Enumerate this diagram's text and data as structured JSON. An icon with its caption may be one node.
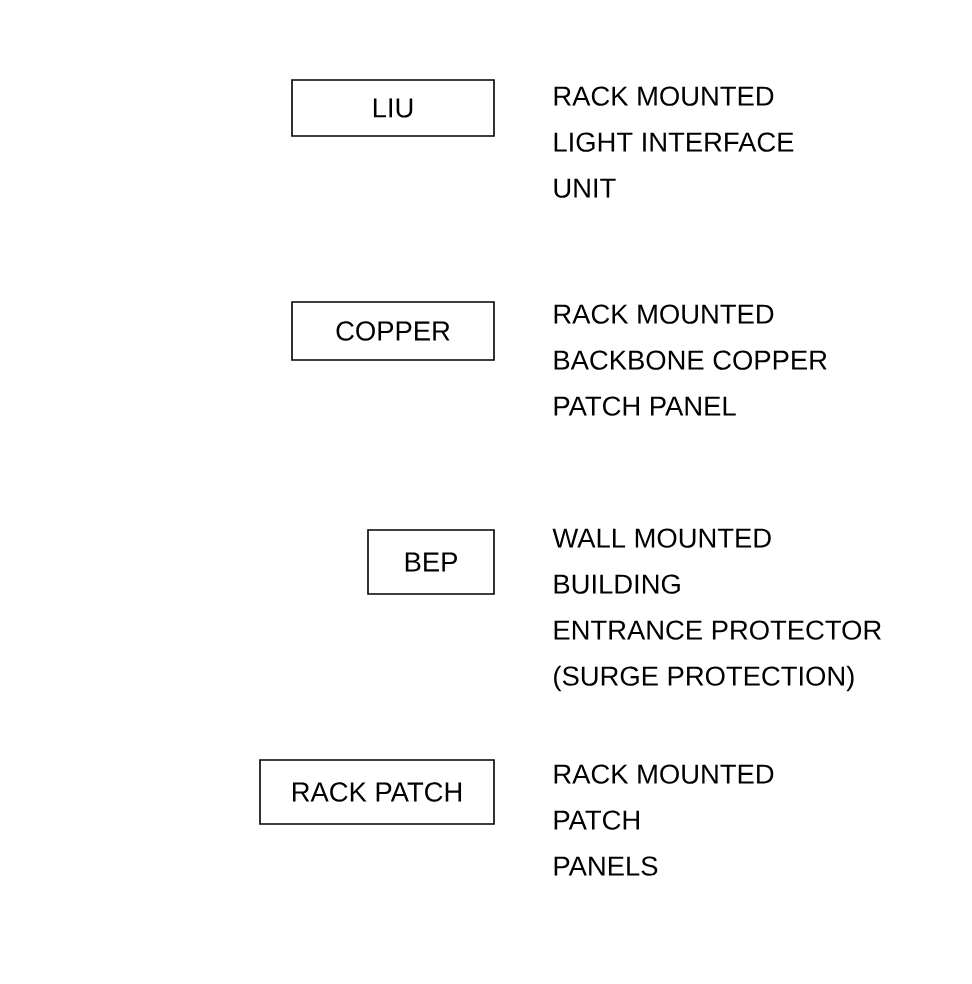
{
  "diagram": {
    "nodes": [
      {
        "text": [
          "LIU"
        ],
        "beside": [
          "RACK MOUNTED LIGHT INTERFACE UNIT"
        ]
      },
      {
        "text": [
          "COPPER"
        ],
        "beside": [
          "RACK MOUNTED BACKBONE COPPER PATCH PANEL"
        ]
      },
      {
        "text": [
          "BEP"
        ],
        "beside": [
          "WALL MOUNTED BUILDING ENTRANCE PROTECTOR (SURGE PROTECTION)"
        ]
      },
      {
        "text": [
          "RACK PATCH"
        ],
        "beside": [
          "RACK MOUNTED PATCH PANELS"
        ]
      }
    ]
  }
}
